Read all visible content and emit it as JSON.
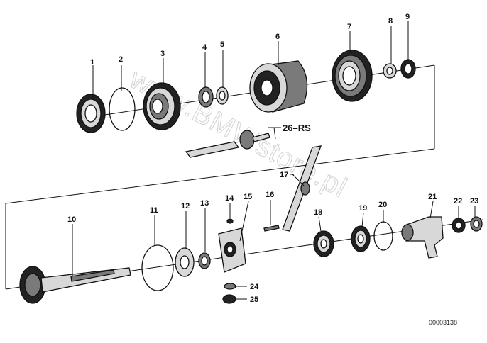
{
  "diagram": {
    "watermark": "www.BMWstore.pl",
    "catalog_number": "00003138",
    "callouts": [
      {
        "id": "c1",
        "label": "1"
      },
      {
        "id": "c2",
        "label": "2"
      },
      {
        "id": "c3",
        "label": "3"
      },
      {
        "id": "c4",
        "label": "4"
      },
      {
        "id": "c5",
        "label": "5"
      },
      {
        "id": "c6",
        "label": "6"
      },
      {
        "id": "c7",
        "label": "7"
      },
      {
        "id": "c8",
        "label": "8"
      },
      {
        "id": "c9",
        "label": "9"
      },
      {
        "id": "c10",
        "label": "10"
      },
      {
        "id": "c11",
        "label": "11"
      },
      {
        "id": "c12",
        "label": "12"
      },
      {
        "id": "c13",
        "label": "13"
      },
      {
        "id": "c14",
        "label": "14"
      },
      {
        "id": "c15",
        "label": "15"
      },
      {
        "id": "c16",
        "label": "16"
      },
      {
        "id": "c17",
        "label": "17"
      },
      {
        "id": "c18",
        "label": "18"
      },
      {
        "id": "c19",
        "label": "19"
      },
      {
        "id": "c20",
        "label": "20"
      },
      {
        "id": "c21",
        "label": "21"
      },
      {
        "id": "c22",
        "label": "22"
      },
      {
        "id": "c23",
        "label": "23"
      },
      {
        "id": "c24",
        "label": "24"
      },
      {
        "id": "c25",
        "label": "25"
      },
      {
        "id": "c26",
        "label": "26–RS"
      }
    ]
  }
}
